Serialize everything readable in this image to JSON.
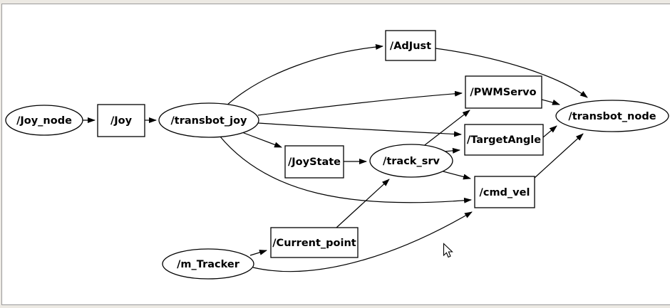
{
  "window": {
    "background_color": "#ece9e3",
    "canvas_color": "#ffffff",
    "border_color": "#9b9b9b"
  },
  "graph": {
    "type": "ros-node-graph",
    "nodes": [
      {
        "id": "joy_node",
        "label": "/Joy_node",
        "shape": "ellipse"
      },
      {
        "id": "joy",
        "label": "/Joy",
        "shape": "box"
      },
      {
        "id": "transbot_joy",
        "label": "/transbot_joy",
        "shape": "ellipse"
      },
      {
        "id": "adjust",
        "label": "/AdJust",
        "shape": "box"
      },
      {
        "id": "pwmservo",
        "label": "/PWMServo",
        "shape": "box"
      },
      {
        "id": "targetangle",
        "label": "/TargetAngle",
        "shape": "box"
      },
      {
        "id": "joystate",
        "label": "/JoyState",
        "shape": "box"
      },
      {
        "id": "track_srv",
        "label": "/track_srv",
        "shape": "ellipse"
      },
      {
        "id": "cmd_vel",
        "label": "/cmd_vel",
        "shape": "box"
      },
      {
        "id": "current_point",
        "label": "/Current_point",
        "shape": "box"
      },
      {
        "id": "m_tracker",
        "label": "/m_Tracker",
        "shape": "ellipse"
      },
      {
        "id": "transbot_node",
        "label": "/transbot_node",
        "shape": "ellipse"
      }
    ],
    "edges": [
      {
        "from": "/Joy_node",
        "to": "/Joy"
      },
      {
        "from": "/Joy",
        "to": "/transbot_joy"
      },
      {
        "from": "/transbot_joy",
        "to": "/AdJust"
      },
      {
        "from": "/transbot_joy",
        "to": "/PWMServo"
      },
      {
        "from": "/transbot_joy",
        "to": "/TargetAngle"
      },
      {
        "from": "/transbot_joy",
        "to": "/JoyState"
      },
      {
        "from": "/transbot_joy",
        "to": "/cmd_vel"
      },
      {
        "from": "/JoyState",
        "to": "/track_srv"
      },
      {
        "from": "/track_srv",
        "to": "/PWMServo"
      },
      {
        "from": "/track_srv",
        "to": "/TargetAngle"
      },
      {
        "from": "/track_srv",
        "to": "/cmd_vel"
      },
      {
        "from": "/AdJust",
        "to": "/transbot_node"
      },
      {
        "from": "/PWMServo",
        "to": "/transbot_node"
      },
      {
        "from": "/TargetAngle",
        "to": "/transbot_node"
      },
      {
        "from": "/cmd_vel",
        "to": "/transbot_node"
      },
      {
        "from": "/m_Tracker",
        "to": "/Current_point"
      },
      {
        "from": "/Current_point",
        "to": "/track_srv"
      },
      {
        "from": "/m_Tracker",
        "to": "/cmd_vel"
      }
    ]
  }
}
